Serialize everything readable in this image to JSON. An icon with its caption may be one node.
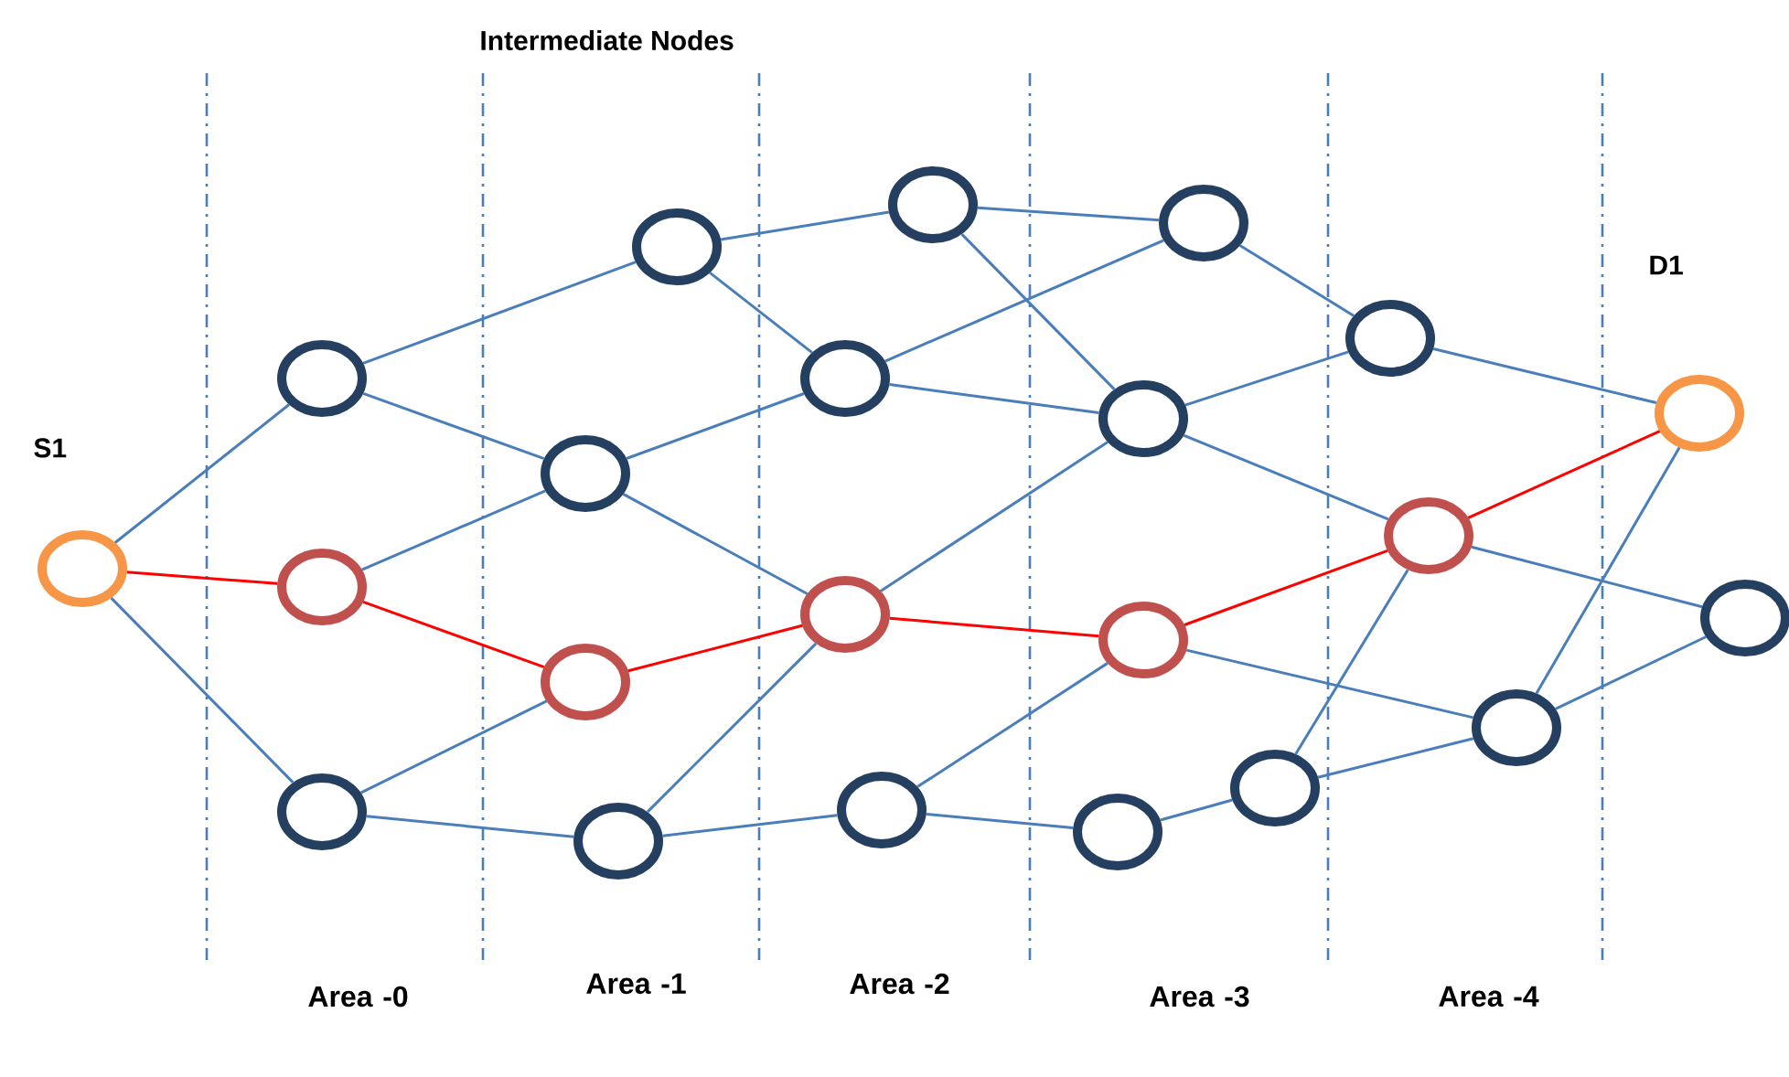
{
  "diagram": {
    "title": "Intermediate Nodes",
    "nodes": [
      {
        "text": [],
        "shape": "circle",
        "beside": [
          "S1"
        ]
      },
      {
        "text": [],
        "shape": "circle"
      },
      {
        "text": [],
        "shape": "circle"
      },
      {
        "text": [],
        "shape": "circle"
      },
      {
        "text": [],
        "shape": "circle"
      },
      {
        "text": [],
        "shape": "circle"
      },
      {
        "text": [],
        "shape": "circle"
      },
      {
        "text": [],
        "shape": "circle"
      },
      {
        "text": [],
        "shape": "circle"
      },
      {
        "text": [],
        "shape": "circle"
      },
      {
        "text": [],
        "shape": "circle"
      },
      {
        "text": [],
        "shape": "circle"
      },
      {
        "text": [],
        "shape": "circle"
      },
      {
        "text": [],
        "shape": "circle"
      },
      {
        "text": [],
        "shape": "circle"
      },
      {
        "text": [],
        "shape": "circle"
      },
      {
        "text": [],
        "shape": "circle"
      },
      {
        "text": [],
        "shape": "circle"
      },
      {
        "text": [],
        "shape": "circle"
      },
      {
        "text": [],
        "shape": "circle"
      },
      {
        "text": [],
        "shape": "circle",
        "beside": [
          "D1"
        ]
      },
      {
        "text": [],
        "shape": "circle"
      }
    ],
    "edges": [
      {
        "from": 0,
        "to": 1,
        "arrow": "none"
      },
      {
        "from": 0,
        "to": 2,
        "arrow": "none",
        "color": "#ff0000"
      },
      {
        "from": 0,
        "to": 3,
        "arrow": "none"
      },
      {
        "from": 1,
        "to": 4,
        "arrow": "none"
      },
      {
        "from": 1,
        "to": 5,
        "arrow": "none"
      },
      {
        "from": 2,
        "to": 5,
        "arrow": "none"
      },
      {
        "from": 2,
        "to": 6,
        "arrow": "none",
        "color": "#ff0000"
      },
      {
        "from": 3,
        "to": 6,
        "arrow": "none"
      },
      {
        "from": 3,
        "to": 7,
        "arrow": "none"
      },
      {
        "from": 4,
        "to": 8,
        "arrow": "none"
      },
      {
        "from": 4,
        "to": 9,
        "arrow": "none"
      },
      {
        "from": 5,
        "to": 9,
        "arrow": "none"
      },
      {
        "from": 5,
        "to": 10,
        "arrow": "none"
      },
      {
        "from": 6,
        "to": 10,
        "arrow": "none",
        "color": "#ff0000"
      },
      {
        "from": 7,
        "to": 10,
        "arrow": "none"
      },
      {
        "from": 7,
        "to": 11,
        "arrow": "none"
      },
      {
        "from": 8,
        "to": 12,
        "arrow": "none"
      },
      {
        "from": 8,
        "to": 13,
        "arrow": "none"
      },
      {
        "from": 9,
        "to": 12,
        "arrow": "none"
      },
      {
        "from": 9,
        "to": 13,
        "arrow": "none"
      },
      {
        "from": 10,
        "to": 13,
        "arrow": "none"
      },
      {
        "from": 10,
        "to": 14,
        "arrow": "none",
        "color": "#ff0000"
      },
      {
        "from": 11,
        "to": 14,
        "arrow": "none"
      },
      {
        "from": 11,
        "to": 15,
        "arrow": "none"
      },
      {
        "from": 12,
        "to": 17,
        "arrow": "none"
      },
      {
        "from": 13,
        "to": 17,
        "arrow": "none"
      },
      {
        "from": 13,
        "to": 18,
        "arrow": "none"
      },
      {
        "from": 14,
        "to": 18,
        "arrow": "none",
        "color": "#ff0000"
      },
      {
        "from": 14,
        "to": 19,
        "arrow": "none"
      },
      {
        "from": 15,
        "to": 16,
        "arrow": "none"
      },
      {
        "from": 16,
        "to": 18,
        "arrow": "none"
      },
      {
        "from": 16,
        "to": 19,
        "arrow": "none"
      },
      {
        "from": 17,
        "to": 20,
        "arrow": "none"
      },
      {
        "from": 18,
        "to": 20,
        "arrow": "none",
        "color": "#ff0000"
      },
      {
        "from": 18,
        "to": 21,
        "arrow": "none"
      },
      {
        "from": 19,
        "to": 20,
        "arrow": "none"
      },
      {
        "from": 19,
        "to": 21,
        "arrow": "none"
      }
    ],
    "labels": [
      "Area -0",
      "Area -1",
      "Area -2",
      "Area -3",
      "Area -4"
    ]
  }
}
